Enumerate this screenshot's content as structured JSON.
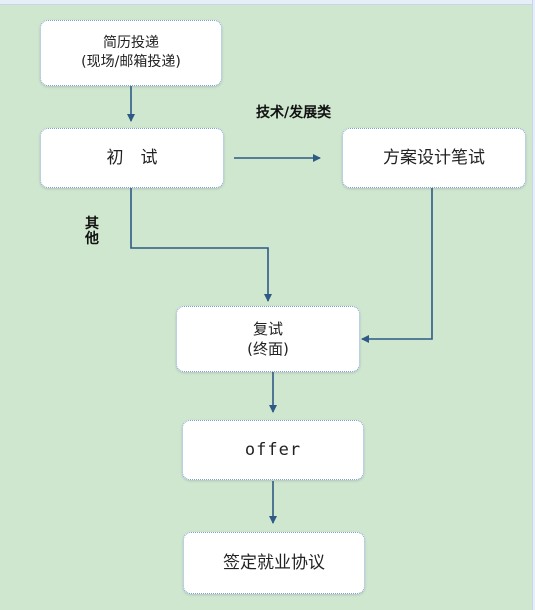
{
  "nodes": {
    "resume": {
      "line1": "简历投递",
      "line2": "(现场/邮箱投递)"
    },
    "first_interview": {
      "label": "初　试"
    },
    "written_test": {
      "label": "方案设计笔试"
    },
    "reexam": {
      "line1": "复试",
      "line2": "(终面)"
    },
    "offer": {
      "label": "offer"
    },
    "contract": {
      "label": "签定就业协议"
    }
  },
  "edge_labels": {
    "tech": "技术/发展类",
    "other": "其他"
  },
  "colors": {
    "background": "#cfe6cf",
    "box": "#ffffff",
    "arrow": "#2f5a85"
  }
}
